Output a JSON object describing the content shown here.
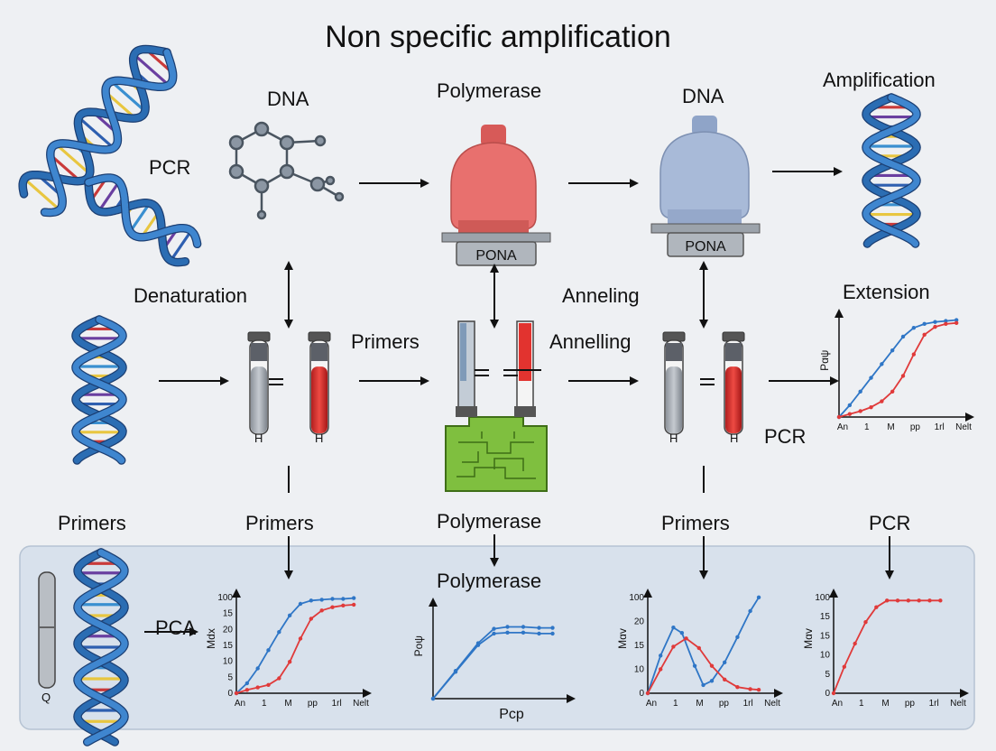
{
  "title": "Non specific amplification",
  "labels": {
    "pcr_top": "PCR",
    "dna_left": "DNA",
    "polymerase_top": "Polymerase",
    "dna_right": "DNA",
    "amplification": "Amplification",
    "denaturation": "Denaturation",
    "primers_mid": "Primers",
    "anneling": "Anneling",
    "annelling": "Annelling",
    "extension": "Extension",
    "pcr_mid": "PCR",
    "primers_b1": "Primers",
    "primers_b2": "Primers",
    "polymerase_b": "Polymerase",
    "primers_b3": "Primers",
    "pcr_b": "PCR",
    "polymerase_panel": "Polymerase",
    "pca": "PCA",
    "tube_h1": "H",
    "tube_h2": "H",
    "tube_h3": "H",
    "tube_h4": "H",
    "tube_q": "Q",
    "pona_1": "PONA",
    "pona_2": "PONA"
  },
  "colors": {
    "dna_blue": "#2b6db3",
    "red_curve": "#e03a3a",
    "blue_curve": "#2f76c6",
    "panel_bg": "#d8e1ec",
    "polymerase_red": "#e8706e",
    "polymerase_blue": "#a8bad8",
    "chip_green": "#7fbf3f"
  },
  "icons": [
    "dna-helix-icon",
    "molecule-icon",
    "polymerase-machine-icon",
    "test-tube-icon",
    "microchip-icon",
    "arrow-icon"
  ],
  "chart_data": [
    {
      "type": "line",
      "ylabel": "Pɑψ",
      "x_ticks": [
        "An",
        "1",
        "M",
        "pp",
        "1rl",
        "Nelt"
      ],
      "y_ticks": [],
      "series": [
        {
          "color": "#2f76c6",
          "x": [
            0,
            0.5,
            1,
            1.5,
            2,
            2.5,
            3,
            3.5,
            4,
            4.5,
            5,
            5.5
          ],
          "y": [
            0,
            1.2,
            2.6,
            4.0,
            5.4,
            6.8,
            8.2,
            9.1,
            9.5,
            9.7,
            9.8,
            9.9
          ]
        },
        {
          "color": "#e03a3a",
          "x": [
            0,
            0.5,
            1,
            1.5,
            2,
            2.5,
            3,
            3.5,
            4,
            4.5,
            5,
            5.5
          ],
          "y": [
            0,
            0.3,
            0.6,
            1.0,
            1.6,
            2.6,
            4.2,
            6.4,
            8.4,
            9.2,
            9.5,
            9.6
          ]
        }
      ],
      "xlim": [
        0,
        6
      ],
      "ylim": [
        0,
        10.5
      ]
    },
    {
      "type": "line",
      "ylabel": "Mdx",
      "x_ticks": [
        "An",
        "1",
        "M",
        "pp",
        "1rl",
        "Nelt"
      ],
      "y_ticks": [
        "100",
        "15",
        "20",
        "15",
        "10",
        "5",
        "0"
      ],
      "series": [
        {
          "color": "#2f76c6",
          "x": [
            0,
            0.5,
            1,
            1.5,
            2,
            2.5,
            3,
            3.5,
            4,
            4.5,
            5,
            5.5
          ],
          "y": [
            0,
            0.6,
            1.5,
            2.6,
            3.7,
            4.7,
            5.4,
            5.6,
            5.65,
            5.7,
            5.7,
            5.75
          ]
        },
        {
          "color": "#e03a3a",
          "x": [
            0,
            0.5,
            1,
            1.5,
            2,
            2.5,
            3,
            3.5,
            4,
            4.5,
            5,
            5.5
          ],
          "y": [
            0,
            0.2,
            0.35,
            0.5,
            0.9,
            1.9,
            3.3,
            4.5,
            5.0,
            5.2,
            5.3,
            5.35
          ]
        }
      ],
      "xlim": [
        0,
        6
      ],
      "ylim": [
        0,
        6
      ]
    },
    {
      "type": "line",
      "xlabel": "Pcp",
      "ylabel": "Poψ",
      "x_ticks": [],
      "y_ticks": [],
      "series": [
        {
          "color": "#2f76c6",
          "x": [
            0,
            1,
            2,
            2.7,
            3.3,
            4,
            4.7,
            5.3
          ],
          "y": [
            0,
            2.9,
            5.8,
            7.3,
            7.5,
            7.5,
            7.4,
            7.4
          ]
        },
        {
          "color": "#2f76c6",
          "x": [
            0,
            1,
            2,
            2.7,
            3.3,
            4,
            4.7,
            5.3
          ],
          "y": [
            0,
            2.8,
            5.6,
            6.8,
            6.9,
            6.9,
            6.8,
            6.8
          ]
        }
      ],
      "xlim": [
        0,
        6
      ],
      "ylim": [
        0,
        10
      ]
    },
    {
      "type": "line",
      "ylabel": "Mɑv",
      "x_ticks": [
        "An",
        "1",
        "M",
        "pp",
        "1rl",
        "Nelt"
      ],
      "y_ticks": [
        "100",
        "20",
        "15",
        "10",
        "0"
      ],
      "series": [
        {
          "color": "#2f76c6",
          "x": [
            0,
            0.6,
            1.2,
            1.6,
            2.2,
            2.6,
            3.0,
            3.6,
            4.2,
            4.8,
            5.2
          ],
          "y": [
            0,
            5.5,
            9.6,
            8.8,
            4.0,
            1.2,
            1.8,
            4.5,
            8.2,
            12.0,
            14.0
          ]
        },
        {
          "color": "#e03a3a",
          "x": [
            0,
            0.6,
            1.2,
            1.8,
            2.4,
            3.0,
            3.6,
            4.2,
            4.8,
            5.2
          ],
          "y": [
            0,
            3.5,
            6.8,
            8.0,
            6.6,
            4.0,
            2.0,
            0.9,
            0.6,
            0.5
          ]
        }
      ],
      "xlim": [
        0,
        6
      ],
      "ylim": [
        0,
        14.5
      ]
    },
    {
      "type": "line",
      "ylabel": "Mɑv",
      "x_ticks": [
        "An",
        "1",
        "M",
        "pp",
        "1rl",
        "Nelt"
      ],
      "y_ticks": [
        "100",
        "15",
        "15",
        "10",
        "5",
        "0"
      ],
      "series": [
        {
          "color": "#e03a3a",
          "x": [
            0,
            0.5,
            1,
            1.5,
            2,
            2.5,
            3,
            3.5,
            4,
            4.5,
            5
          ],
          "y": [
            0,
            1.6,
            3.0,
            4.3,
            5.2,
            5.6,
            5.6,
            5.6,
            5.6,
            5.6,
            5.6
          ]
        }
      ],
      "xlim": [
        0,
        6
      ],
      "ylim": [
        0,
        6
      ]
    }
  ]
}
